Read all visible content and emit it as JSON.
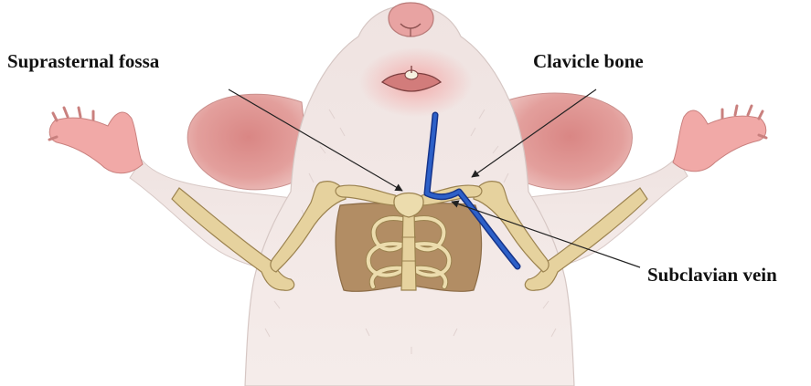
{
  "labels": {
    "suprasternal_fossa": "Suprasternal fossa",
    "clavicle_bone": "Clavicle bone",
    "subclavian_vein": "Subclavian vein"
  },
  "colors": {
    "fur": "#f2e8e6",
    "fur_shadow": "#e4d6d3",
    "ear_outer": "#e7b7b5",
    "ear_inner": "#d78986",
    "skin_pink": "#f0b3b0",
    "bone": "#e6d29e",
    "bone_outline": "#9c8350",
    "bone_shadow": "#b08d5c",
    "cavity": "#a98460",
    "vein": "#2d60c8",
    "vein_dark": "#16348a",
    "arrow": "#222222"
  }
}
